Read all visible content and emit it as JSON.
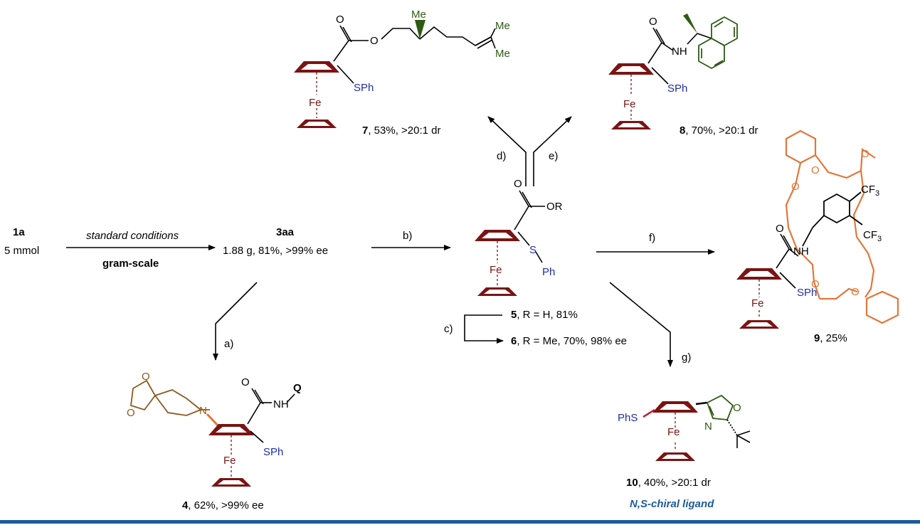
{
  "colors": {
    "ferrocene": "#7a1414",
    "sulfur_phenyl": "#1f2fa6",
    "chain_green": "#2f5a14",
    "crown_orange": "#e2773a",
    "spiro_brown": "#8b5a1f",
    "ligand_blue": "#1e5b9a",
    "bottom_bar": "#1e5b9a"
  },
  "start": {
    "compound": "1a",
    "amount": "5 mmol"
  },
  "main_step": {
    "conditions": "standard conditions",
    "scale": "gram-scale"
  },
  "product_3aa": {
    "label": "3aa",
    "result": "1.88 g, 81%, >99% ee"
  },
  "steps": {
    "a": "a)",
    "b": "b)",
    "c": "c)",
    "d": "d)",
    "e": "e)",
    "f": "f)",
    "g": "g)"
  },
  "central": {
    "ester": "O",
    "r_group": "OR",
    "s": "S",
    "ph": "Ph",
    "fe": "Fe"
  },
  "cmpd5": {
    "num": "5",
    "desc": ", R = H, 81%"
  },
  "cmpd6": {
    "num": "6",
    "desc": ", R = Me, 70%, 98% ee"
  },
  "cmpd7": {
    "num": "7",
    "desc": ", 53%, >20:1 dr",
    "o_carbonyl": "O",
    "o_ester": "O",
    "me1": "Me",
    "me2": "Me",
    "me3": "Me",
    "sph": "SPh",
    "fe": "Fe"
  },
  "cmpd8": {
    "num": "8",
    "desc": ", 70%, >20:1 dr",
    "o": "O",
    "nh": "NH",
    "sph": "SPh",
    "fe": "Fe"
  },
  "cmpd9": {
    "num": "9",
    "desc": ", 25%",
    "o": "O",
    "nh": "NH",
    "sph": "SPh",
    "fe": "Fe",
    "cf3_a": "CF",
    "cf3_b": "CF",
    "sub3": "3",
    "o_crown": "O"
  },
  "cmpd4": {
    "num": "4",
    "desc": ", 62%, >99% ee",
    "o": "O",
    "q": "Q",
    "nh": "NH",
    "n": "N",
    "sph": "SPh",
    "fe": "Fe",
    "o_spiro": "O"
  },
  "cmpd10": {
    "num": "10",
    "desc": ", 40%, >20:1 dr",
    "phs": "PhS",
    "fe": "Fe",
    "n": "N",
    "o": "O",
    "ligand": "N,S-chiral ligand"
  }
}
